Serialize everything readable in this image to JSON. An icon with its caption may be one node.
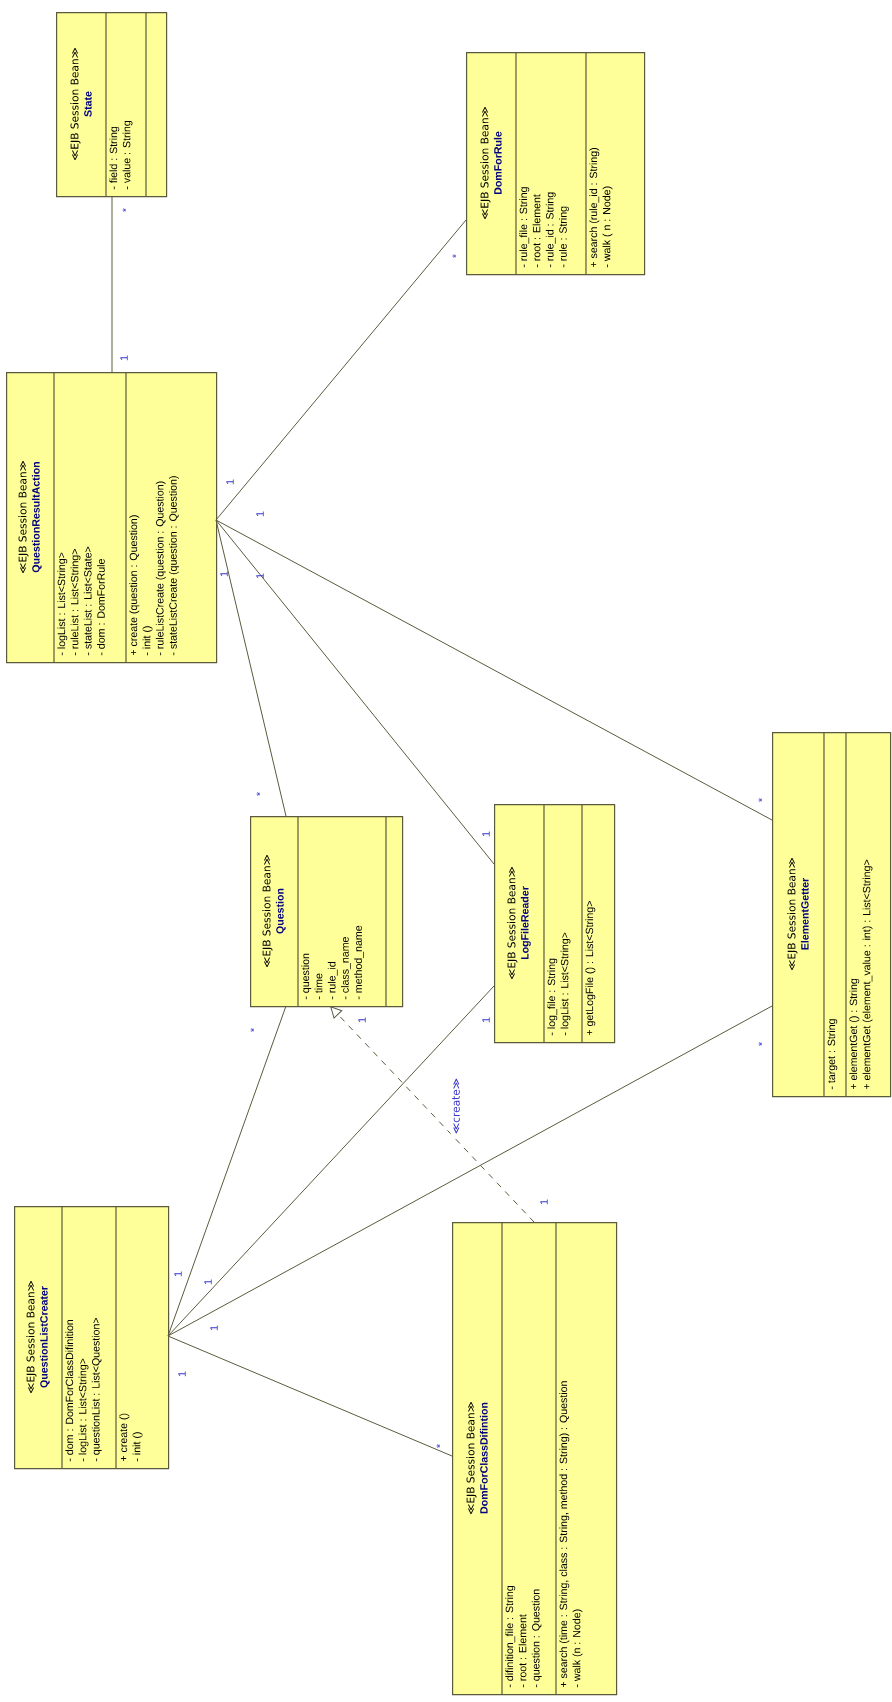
{
  "diagram": {
    "nodes": [
      {
        "text": [
          "≪EJB Session Bean≫",
          "State",
          "- field : String",
          "- value : String"
        ]
      },
      {
        "text": [
          "≪EJB Session Bean≫",
          "DomForRule",
          "- rule_file : String",
          "- root : Element",
          "- rule_id : String",
          "- rule : String",
          "+ search (rule_id : String)",
          "- walk ( n : Node)"
        ]
      },
      {
        "text": [
          "≪EJB Session Bean≫",
          "QuestionResultAction",
          "- logList : List<String>",
          "- ruleList : List<String>",
          "- stateList : List<State>",
          "- dom : DomForRule",
          "+ create (question : Question)",
          "- init ()",
          "- ruleListCreate (question : Question)",
          "- stateListCreate (question : Question)"
        ]
      },
      {
        "text": [
          "≪EJB Session Bean≫",
          "Question",
          "- question",
          "- time",
          "- rule_id",
          "- class_name",
          "- method_name"
        ]
      },
      {
        "text": [
          "≪EJB Session Bean≫",
          "LogFileReader",
          "- log_file : String",
          "- logList : List<String>",
          "+ getLogFile () : List<String>"
        ]
      },
      {
        "text": [
          "≪EJB Session Bean≫",
          "ElementGetter",
          "- target : String",
          "+ elementGet () : String",
          "+ elementGet (element_value : int) : List<String>"
        ]
      },
      {
        "text": [
          "≪EJB Session Bean≫",
          "QuestionListCreater",
          "- dom : DomForClassDifinition",
          "- logList : List<String>",
          "- questionList : List<Question>",
          "+ create ()",
          "- init ()"
        ]
      },
      {
        "text": [
          "≪EJB Session Bean≫",
          "DomForClassDifintion",
          "- difinition_file : String",
          "- root : Element",
          "- question : Question",
          "+ search (time : String, class : String, method : String) : Question",
          "- walk (n : Node)"
        ]
      }
    ],
    "edges": [
      {
        "from": 2,
        "to": 0,
        "arrow": "none"
      },
      {
        "from": 2,
        "to": 1,
        "arrow": "none"
      },
      {
        "from": 2,
        "to": 3,
        "arrow": "none"
      },
      {
        "from": 2,
        "to": 4,
        "arrow": "none"
      },
      {
        "from": 2,
        "to": 5,
        "arrow": "none"
      },
      {
        "from": 6,
        "to": 3,
        "arrow": "none"
      },
      {
        "from": 6,
        "to": 4,
        "arrow": "none"
      },
      {
        "from": 6,
        "to": 5,
        "arrow": "none"
      },
      {
        "from": 6,
        "to": 7,
        "arrow": "none"
      },
      {
        "from": 7,
        "to": 3,
        "arrow": "to",
        "style": "dashed",
        "label": "≪create≫"
      }
    ],
    "labels": [
      "*",
      "1",
      "*",
      "1",
      "1",
      "1",
      "1",
      "*",
      "1",
      "*",
      "*",
      "1",
      "1",
      "*",
      "1",
      "1",
      "1",
      "1",
      "1",
      "*"
    ]
  }
}
